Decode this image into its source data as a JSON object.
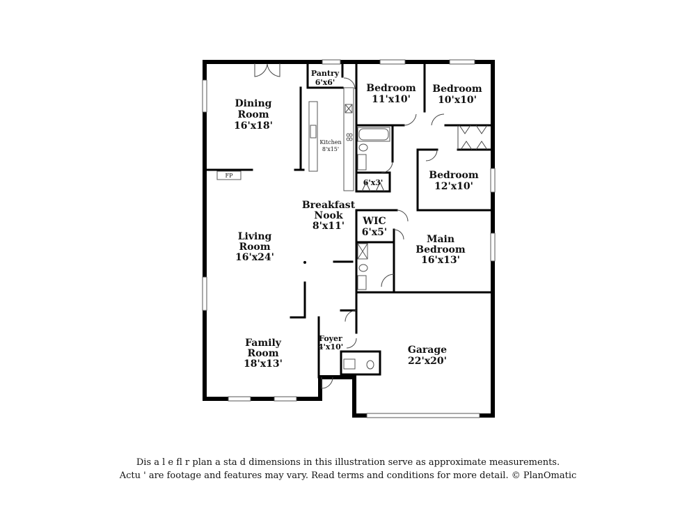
{
  "rooms": {
    "pantry": {
      "name": "Pantry",
      "size": "6'x6'"
    },
    "bedroom_1": {
      "name": "Bedroom",
      "size": "11'x10'"
    },
    "bedroom_2": {
      "name": "Bedroom",
      "size": "10'x10'"
    },
    "dining": {
      "name1": "Dining",
      "name2": "Room",
      "size": "16'x18'"
    },
    "kitchen": {
      "name": "Kitchen",
      "size": "8'x15'"
    },
    "bath_upper": {
      "size": "6'x3'"
    },
    "bedroom_3": {
      "name": "Bedroom",
      "size": "12'x10'"
    },
    "fireplace": {
      "name": "FP"
    },
    "breakfast": {
      "name1": "Breakfast",
      "name2": "Nook",
      "size": "8'x11'"
    },
    "wic": {
      "name": "WIC",
      "size": "6'x5'"
    },
    "living": {
      "name1": "Living",
      "name2": "Room",
      "size": "16'x24'"
    },
    "main_bedroom": {
      "name1": "Main",
      "name2": "Bedroom",
      "size": "16'x13'"
    },
    "foyer": {
      "name": "Foyer",
      "size": "4'x10'"
    },
    "family": {
      "name1": "Family",
      "name2": "Room",
      "size": "18'x13'"
    },
    "garage": {
      "name": "Garage",
      "size": "22'x20'"
    }
  },
  "disclaimer": {
    "line1": "Dis  a      l e fl    r plan a   sta   d dimensions in this illustration serve as approximate measurements.",
    "line2": "Actu    '   are footage and features may vary. Read terms and conditions for more detail. © PlanOmatic"
  }
}
